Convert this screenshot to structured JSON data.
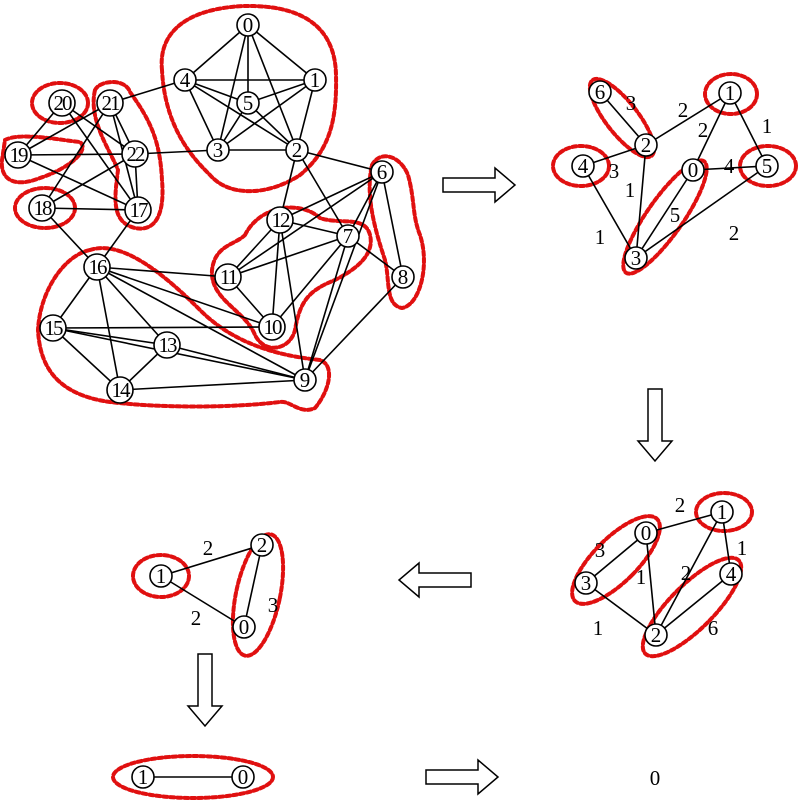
{
  "graphs": [
    {
      "id": "g0",
      "labels": [
        "0",
        "1",
        "2",
        "3",
        "4",
        "5",
        "6",
        "7",
        "8",
        "9",
        "10",
        "11",
        "12",
        "13",
        "14",
        "15",
        "16",
        "17",
        "18",
        "19",
        "20",
        "21",
        "22"
      ],
      "edges": [
        [
          0,
          4
        ],
        [
          0,
          1
        ],
        [
          0,
          5
        ],
        [
          0,
          3
        ],
        [
          0,
          2
        ],
        [
          4,
          1
        ],
        [
          4,
          5
        ],
        [
          4,
          3
        ],
        [
          4,
          2
        ],
        [
          5,
          1
        ],
        [
          5,
          3
        ],
        [
          5,
          2
        ],
        [
          1,
          3
        ],
        [
          1,
          2
        ],
        [
          3,
          2
        ],
        [
          4,
          21
        ],
        [
          22,
          3
        ],
        [
          2,
          6
        ],
        [
          2,
          12
        ],
        [
          2,
          7
        ],
        [
          6,
          12
        ],
        [
          6,
          11
        ],
        [
          6,
          7
        ],
        [
          6,
          9
        ],
        [
          6,
          8
        ],
        [
          7,
          9
        ],
        [
          7,
          8
        ],
        [
          7,
          10
        ],
        [
          12,
          7
        ],
        [
          12,
          11
        ],
        [
          12,
          10
        ],
        [
          12,
          9
        ],
        [
          11,
          7
        ],
        [
          11,
          16
        ],
        [
          11,
          10
        ],
        [
          16,
          10
        ],
        [
          16,
          9
        ],
        [
          16,
          15
        ],
        [
          16,
          14
        ],
        [
          16,
          13
        ],
        [
          15,
          10
        ],
        [
          15,
          13
        ],
        [
          15,
          9
        ],
        [
          15,
          14
        ],
        [
          13,
          14
        ],
        [
          13,
          9
        ],
        [
          14,
          9
        ],
        [
          9,
          8
        ],
        [
          16,
          18
        ],
        [
          16,
          17
        ],
        [
          18,
          17
        ],
        [
          18,
          22
        ],
        [
          18,
          21
        ],
        [
          19,
          20
        ],
        [
          19,
          21
        ],
        [
          19,
          22
        ],
        [
          19,
          17
        ],
        [
          20,
          17
        ],
        [
          20,
          22
        ],
        [
          21,
          22
        ],
        [
          21,
          17
        ],
        [
          22,
          17
        ]
      ]
    },
    {
      "id": "g1",
      "labels": [
        "0",
        "1",
        "2",
        "3",
        "4",
        "5",
        "6"
      ],
      "edges": [
        [
          6,
          2,
          "3"
        ],
        [
          2,
          1,
          "2"
        ],
        [
          2,
          4,
          "3"
        ],
        [
          2,
          3,
          "1"
        ],
        [
          1,
          0,
          "2"
        ],
        [
          1,
          5,
          "1"
        ],
        [
          0,
          5,
          "4"
        ],
        [
          0,
          3,
          "5"
        ],
        [
          3,
          5,
          "2"
        ],
        [
          4,
          3,
          "1"
        ]
      ]
    },
    {
      "id": "g2",
      "labels": [
        "0",
        "1",
        "2",
        "3",
        "4"
      ],
      "edges": [
        [
          0,
          1,
          "2"
        ],
        [
          0,
          3,
          "3"
        ],
        [
          0,
          2,
          "1"
        ],
        [
          1,
          2,
          "2"
        ],
        [
          1,
          4,
          "1"
        ],
        [
          3,
          2,
          "1"
        ],
        [
          2,
          4,
          "6"
        ]
      ]
    },
    {
      "id": "g3",
      "labels": [
        "0",
        "1",
        "2"
      ],
      "edges": [
        [
          1,
          2,
          "2"
        ],
        [
          1,
          0,
          "2"
        ],
        [
          2,
          0,
          "3"
        ]
      ]
    },
    {
      "id": "g4",
      "labels": [
        "0",
        "1"
      ],
      "edges": [
        [
          1,
          0,
          ""
        ]
      ]
    },
    {
      "id": "g5",
      "labels": [
        "0"
      ],
      "edges": []
    }
  ],
  "arrows": [
    "right",
    "down",
    "left",
    "down",
    "right"
  ],
  "colors": {
    "cluster": "#e01010",
    "node": "#000000"
  }
}
